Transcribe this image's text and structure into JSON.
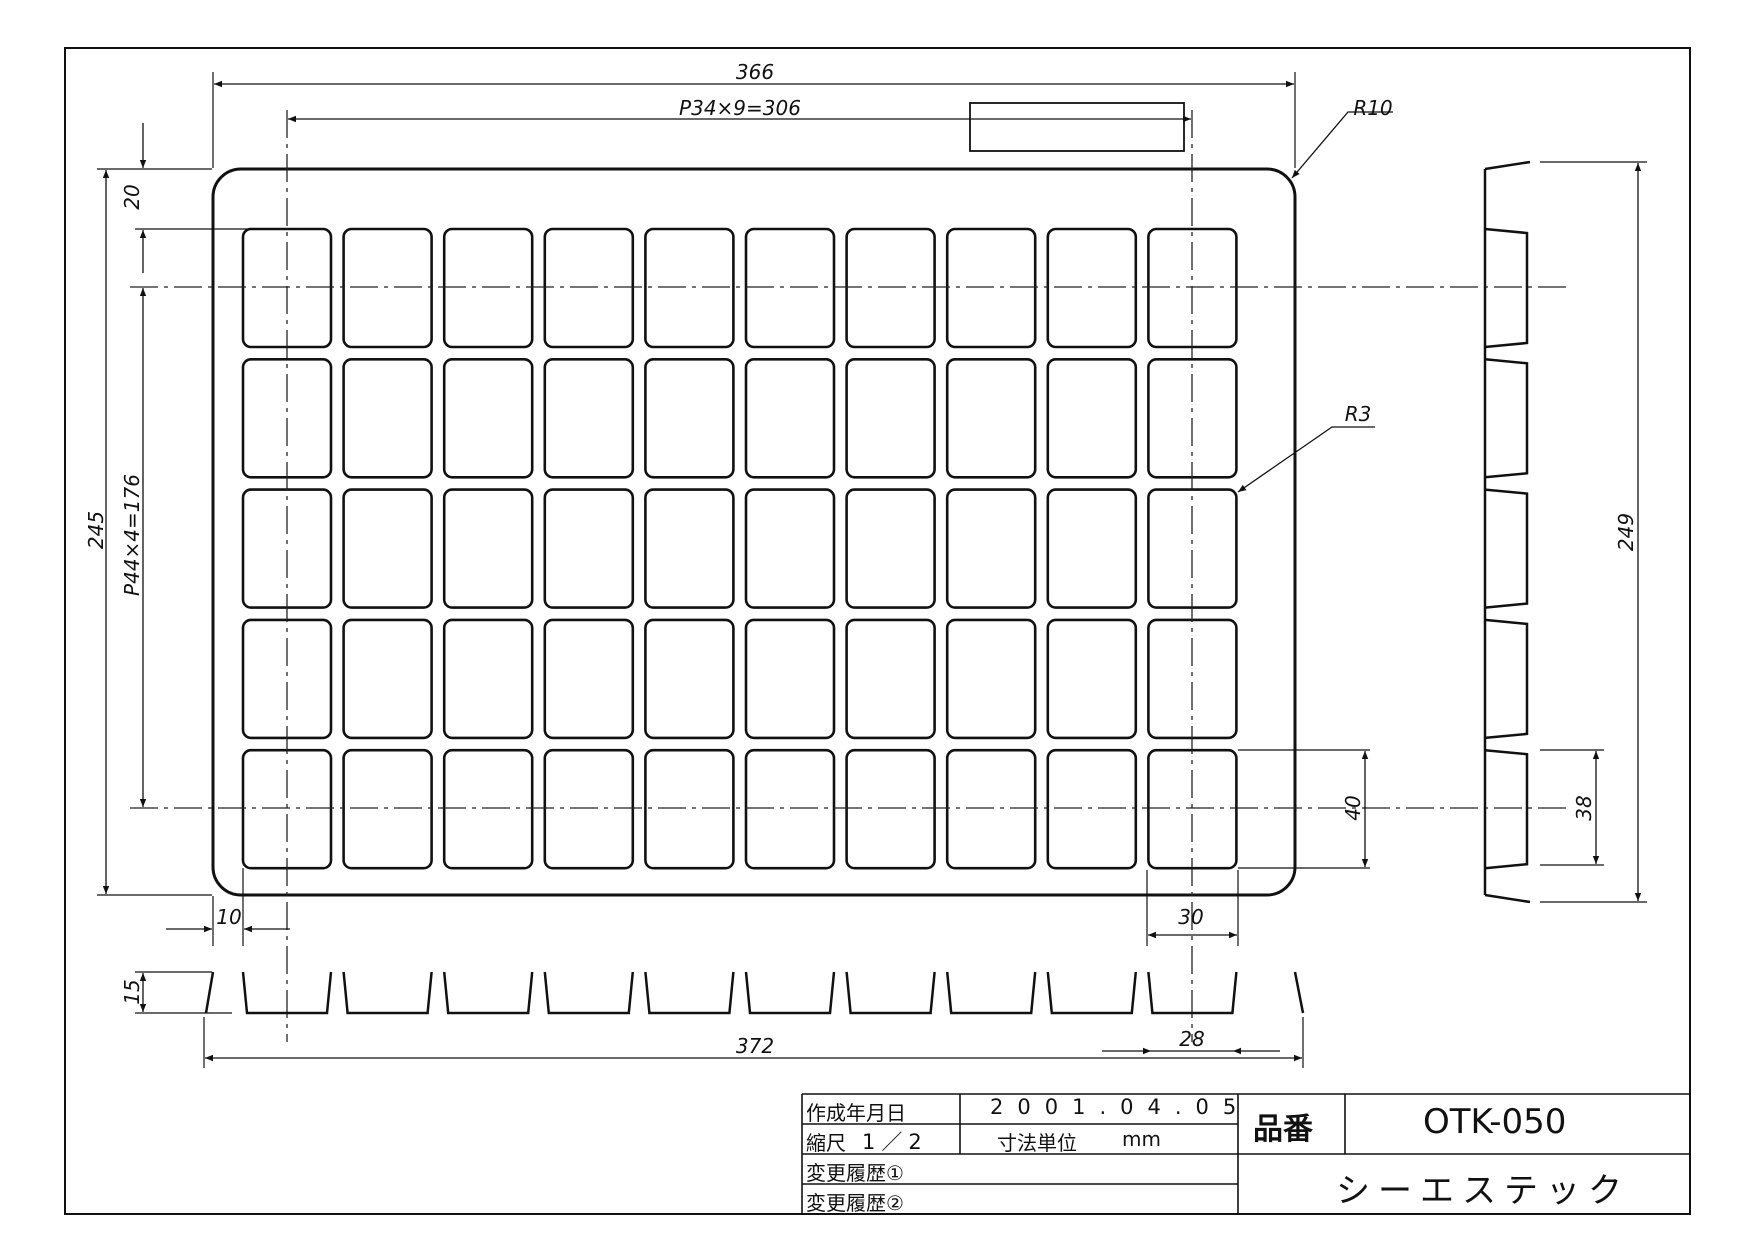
{
  "dimensions": {
    "overall_width": "366",
    "pitch_x": "P34×9=306",
    "corner_radius_outer": "R10",
    "corner_radius_pocket": "R3",
    "top_margin": "20",
    "overall_height": "245",
    "pitch_y": "P44×4=176",
    "pocket_height": "40",
    "side_margin": "10",
    "pocket_width": "30",
    "tray_depth": "15",
    "base_length": "372",
    "pocket_bottom_width": "28",
    "side_height": "249",
    "side_pocket_height": "38"
  },
  "title_block": {
    "created_label": "作成年月日",
    "created_value": "2001.04.05",
    "scale_label": "縮尺",
    "scale_value": "1／2",
    "unit_label": "寸法単位",
    "unit_value": "mm",
    "revision1": "変更履歴①",
    "revision2": "変更履歴②",
    "part_number_label": "品番",
    "part_number": "OTK-050",
    "company": "シーエステック"
  }
}
